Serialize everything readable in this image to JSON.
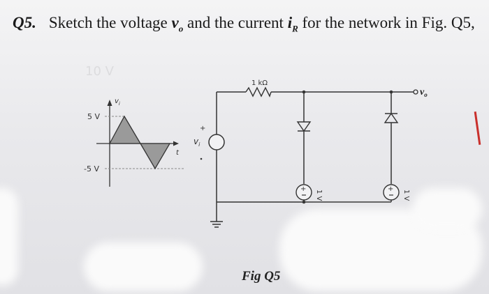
{
  "question": {
    "number": "Q5.",
    "text_before": "Sketch the voltage ",
    "var_vo": "v",
    "var_vo_sub": "o",
    "text_mid": " and the current ",
    "var_ir": "i",
    "var_ir_sub": "R",
    "text_after": " for the network in Fig. Q5,"
  },
  "waveform": {
    "axis_label": "v",
    "axis_label_sub": "i",
    "time_label": "t",
    "pos_level": "5 V",
    "neg_level": "-5 V"
  },
  "circuit": {
    "source_plus": "+",
    "source_label": "v",
    "source_label_sub": "i",
    "resistor_label": "1 kΩ",
    "battery1_label": "1 V",
    "battery2_label": "1 V",
    "output_label": "v",
    "output_label_sub": "o"
  },
  "caption": "Fig Q5"
}
